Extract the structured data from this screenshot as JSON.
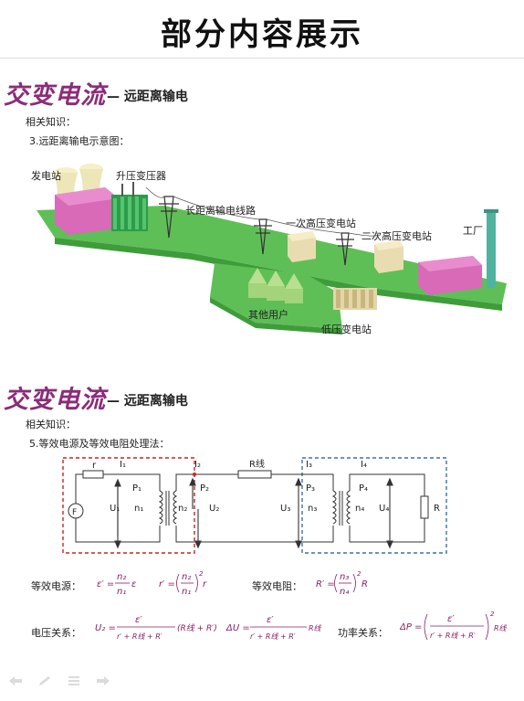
{
  "page": {
    "title": "部分内容展示"
  },
  "section1": {
    "brand": "交变电流",
    "subtitle": "— 远距离输电",
    "related": "相关知识：",
    "item": "3.远距离输电示意图：",
    "labels": {
      "power_plant": "发电站",
      "step_up": "升压变压器",
      "line": "长距离输电线路",
      "primary_sub": "一次高压变电站",
      "secondary_sub": "二次高压变电站",
      "factory": "工厂",
      "other_users": "其他用户",
      "low_sub": "低压变电站"
    }
  },
  "section2": {
    "brand": "交变电流",
    "subtitle": "— 远距离输电",
    "related": "相关知识：",
    "item": "5.等效电源及等效电阻处理法：",
    "circuit": {
      "I1": "I₁",
      "I2": "I₂",
      "I3": "I₃",
      "I4": "I₄",
      "P1": "P₁",
      "P2": "P₂",
      "P3": "P₃",
      "P4": "P₄",
      "U1": "U₁",
      "U2": "U₂",
      "U3": "U₃",
      "U4": "U₄",
      "n1": "n₁",
      "n2": "n₂",
      "n3": "n₃",
      "n4": "n₄",
      "r": "r",
      "F": "F",
      "R_line": "R线",
      "R": "R"
    },
    "eq_source_label": "等效电源：",
    "eq_resistance_label": "等效电阻：",
    "voltage_label": "电压关系：",
    "power_label": "功率关系：",
    "formulas": {
      "f1_lhs": "ε′ =",
      "f1_num": "n₂",
      "f1_den": "n₁",
      "f1_tail": "ε",
      "f2_lhs": "r′ =",
      "f2_num": "n₂",
      "f2_den": "n₁",
      "f2_exp": "2",
      "f2_tail": "r",
      "f3_lhs": "R′ =",
      "f3_num": "n₃",
      "f3_den": "n₄",
      "f3_exp": "2",
      "f3_tail": "R",
      "f4_lhs": "U₂ =",
      "f4_num": "ε′",
      "f4_den": "r′ + R线 + R′",
      "f4_tail": "(R线 + R′)",
      "f5_lhs": "ΔU =",
      "f5_num": "ε′",
      "f5_den": "r′ + R线 + R′",
      "f5_tail": "R线",
      "f6_lhs": "ΔP =",
      "f6_num": "ε′",
      "f6_den": "r′ + R线 + R′",
      "f6_exp": "2",
      "f6_tail": "R线"
    }
  },
  "nav": {
    "icons": [
      "prev-arrow-icon",
      "pen-icon",
      "menu-icon",
      "next-arrow-icon"
    ]
  },
  "colors": {
    "brand": "#8b2c79",
    "formula": "#8b1d66",
    "red_box": "#d42020",
    "blue_box": "#3b6fb8",
    "ground": "#5fbf57",
    "plant": "#d86ab8"
  }
}
